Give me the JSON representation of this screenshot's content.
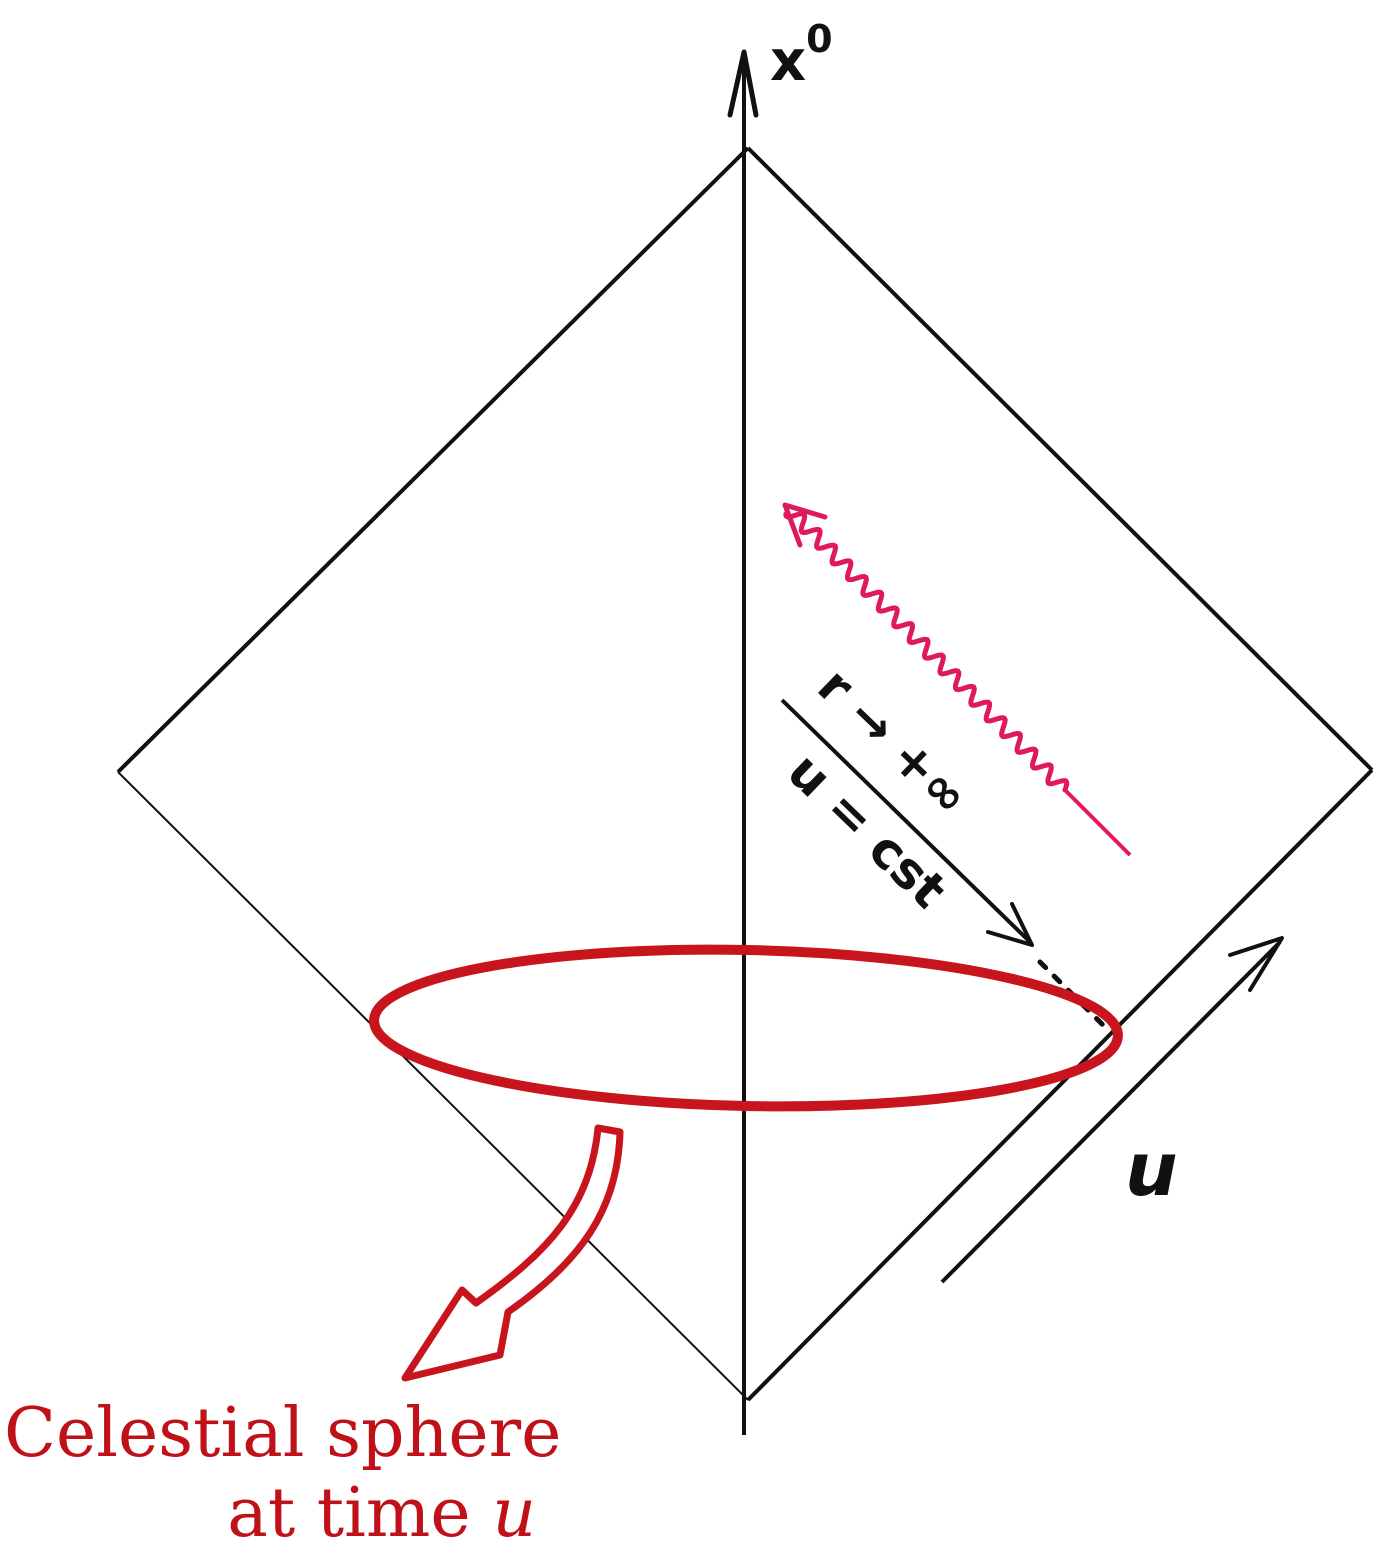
{
  "labels": {
    "time_axis_symbol": "x",
    "time_axis_superscript": "0",
    "limit_text": "r → +∞",
    "retarded_constant": "u = cst",
    "u_axis_label": "u"
  },
  "caption": {
    "line1": "Celestial sphere",
    "line2_prefix": "at time ",
    "line2_variable": "u"
  },
  "colors": {
    "ink": "#111111",
    "sphere": "#c8141c",
    "wave": "#e0195f",
    "caption": "#c01018"
  }
}
